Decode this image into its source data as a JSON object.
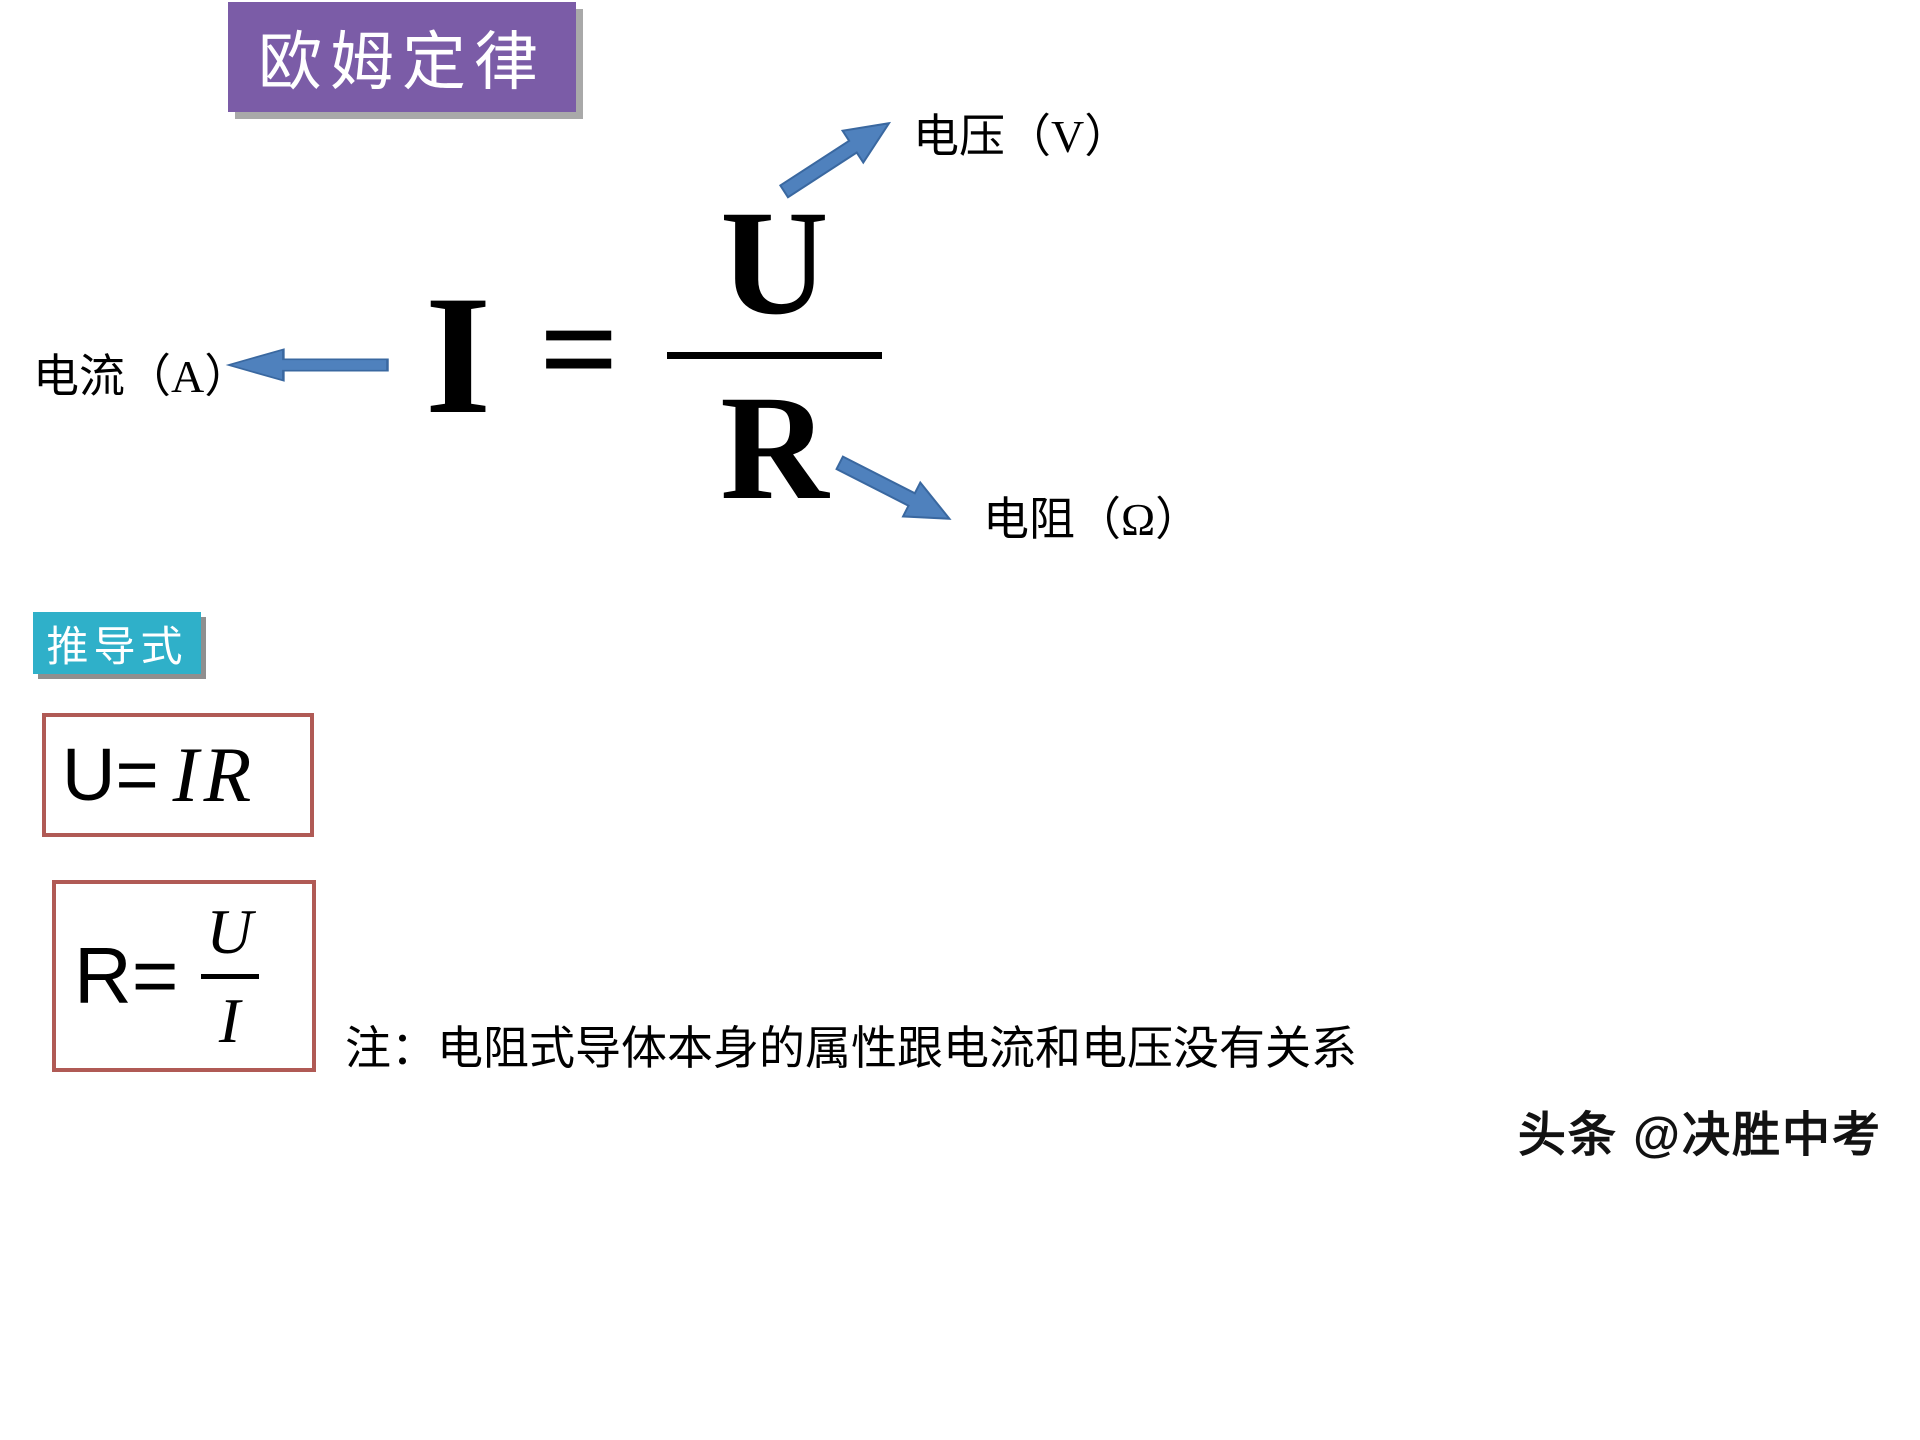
{
  "title": "欧姆定律",
  "main_formula": {
    "lhs": "I",
    "equals": "=",
    "numerator": "U",
    "denominator": "R"
  },
  "labels": {
    "voltage": "电压（V）",
    "current": "电流（A）",
    "resistance": "电阻（Ω）"
  },
  "derived": {
    "heading": "推导式",
    "formula_u": {
      "lhs": "U=",
      "rhs": "IR"
    },
    "formula_r": {
      "lhs": "R=",
      "numerator": "U",
      "denominator": "I"
    }
  },
  "note": "注：电阻式导体本身的属性跟电流和电压没有关系",
  "watermark": "头条 @决胜中考",
  "colors": {
    "title_bg": "#7b5ca7",
    "title_text": "#ffffff",
    "heading_bg": "#2fb0c9",
    "heading_text": "#ffffff",
    "arrow_fill": "#4f81bd",
    "arrow_stroke": "#3a68a0",
    "formula_box_border": "#b05a55",
    "text": "#000000"
  }
}
